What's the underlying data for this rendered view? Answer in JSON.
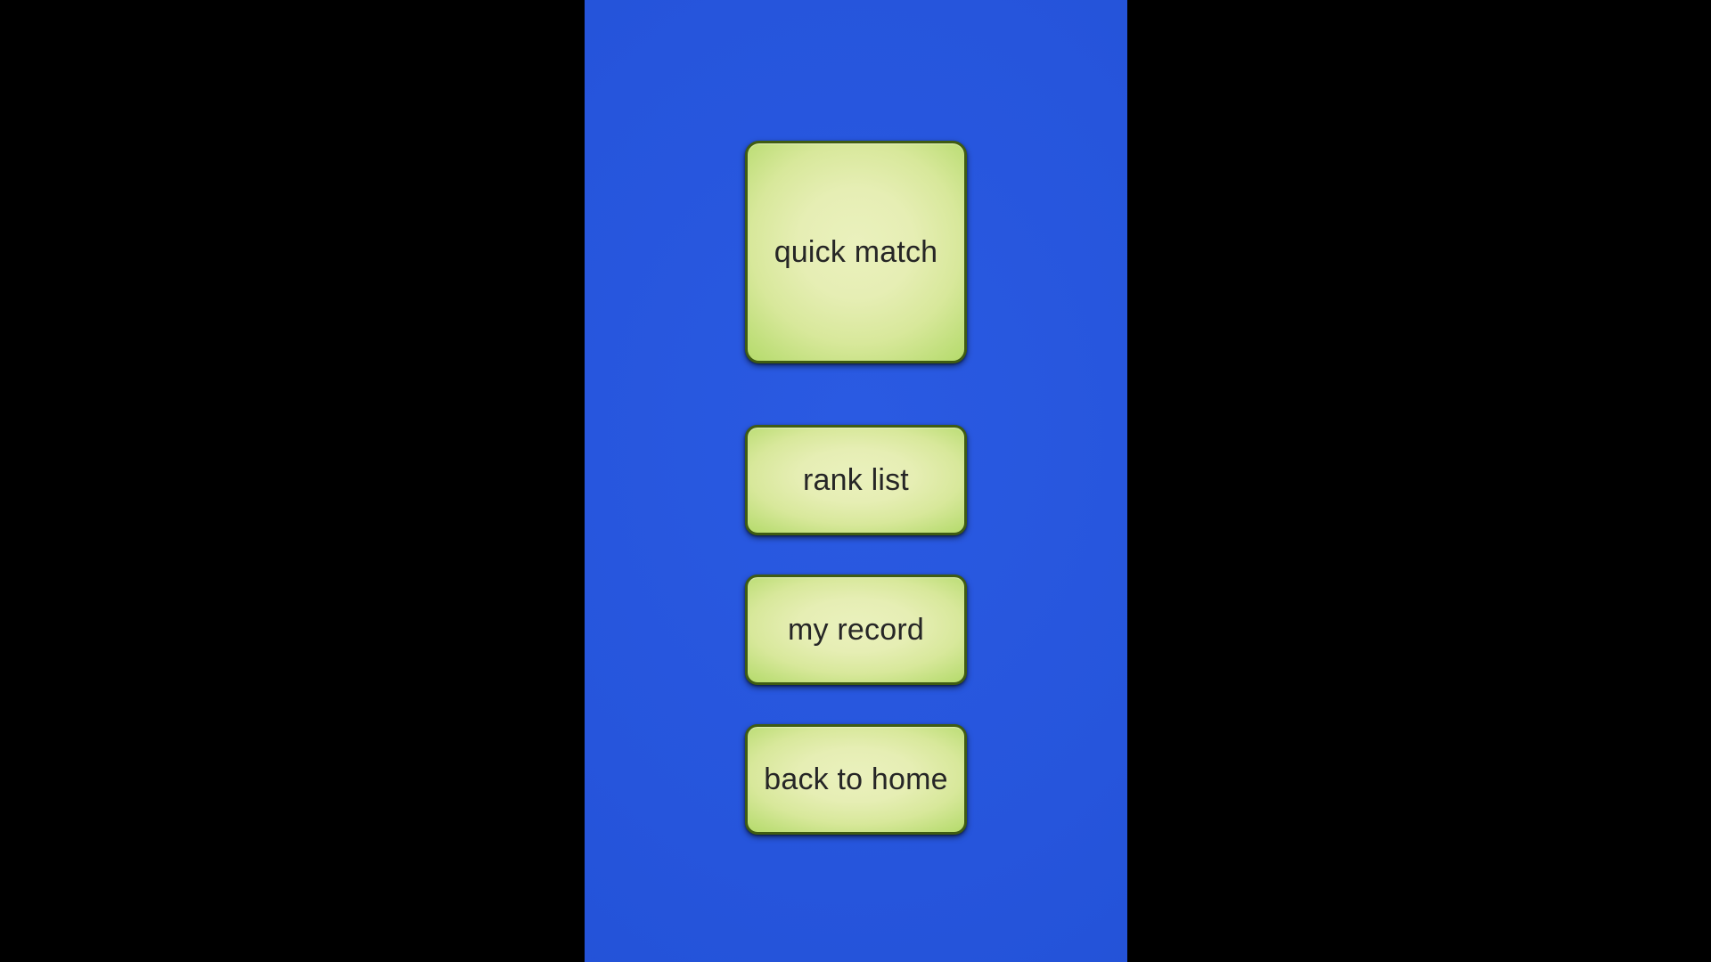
{
  "screen": {
    "background_color": "#000000",
    "panel_color": "#2655DC",
    "button_face_color": "#E6EEB4",
    "button_edge_color": "#B2DA67",
    "button_border_color": "#3F5C12",
    "button_text_color": "#262626"
  },
  "menu": {
    "title": "",
    "buttons": [
      {
        "id": "quick-match",
        "label": "quick match"
      },
      {
        "id": "rank-list",
        "label": "rank list"
      },
      {
        "id": "my-record",
        "label": "my record"
      },
      {
        "id": "back-to-home",
        "label": "back to home"
      }
    ]
  }
}
